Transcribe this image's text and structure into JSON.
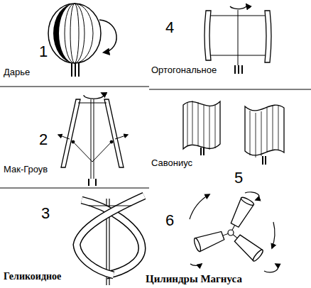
{
  "diagram": {
    "labels": [
      "1",
      "Дарье",
      "2",
      "Мак-Гроув",
      "3",
      "Геликоидное",
      "4",
      "Ортогональное",
      "5",
      "Савониус",
      "6",
      "Цилиндры Магнуса"
    ]
  }
}
